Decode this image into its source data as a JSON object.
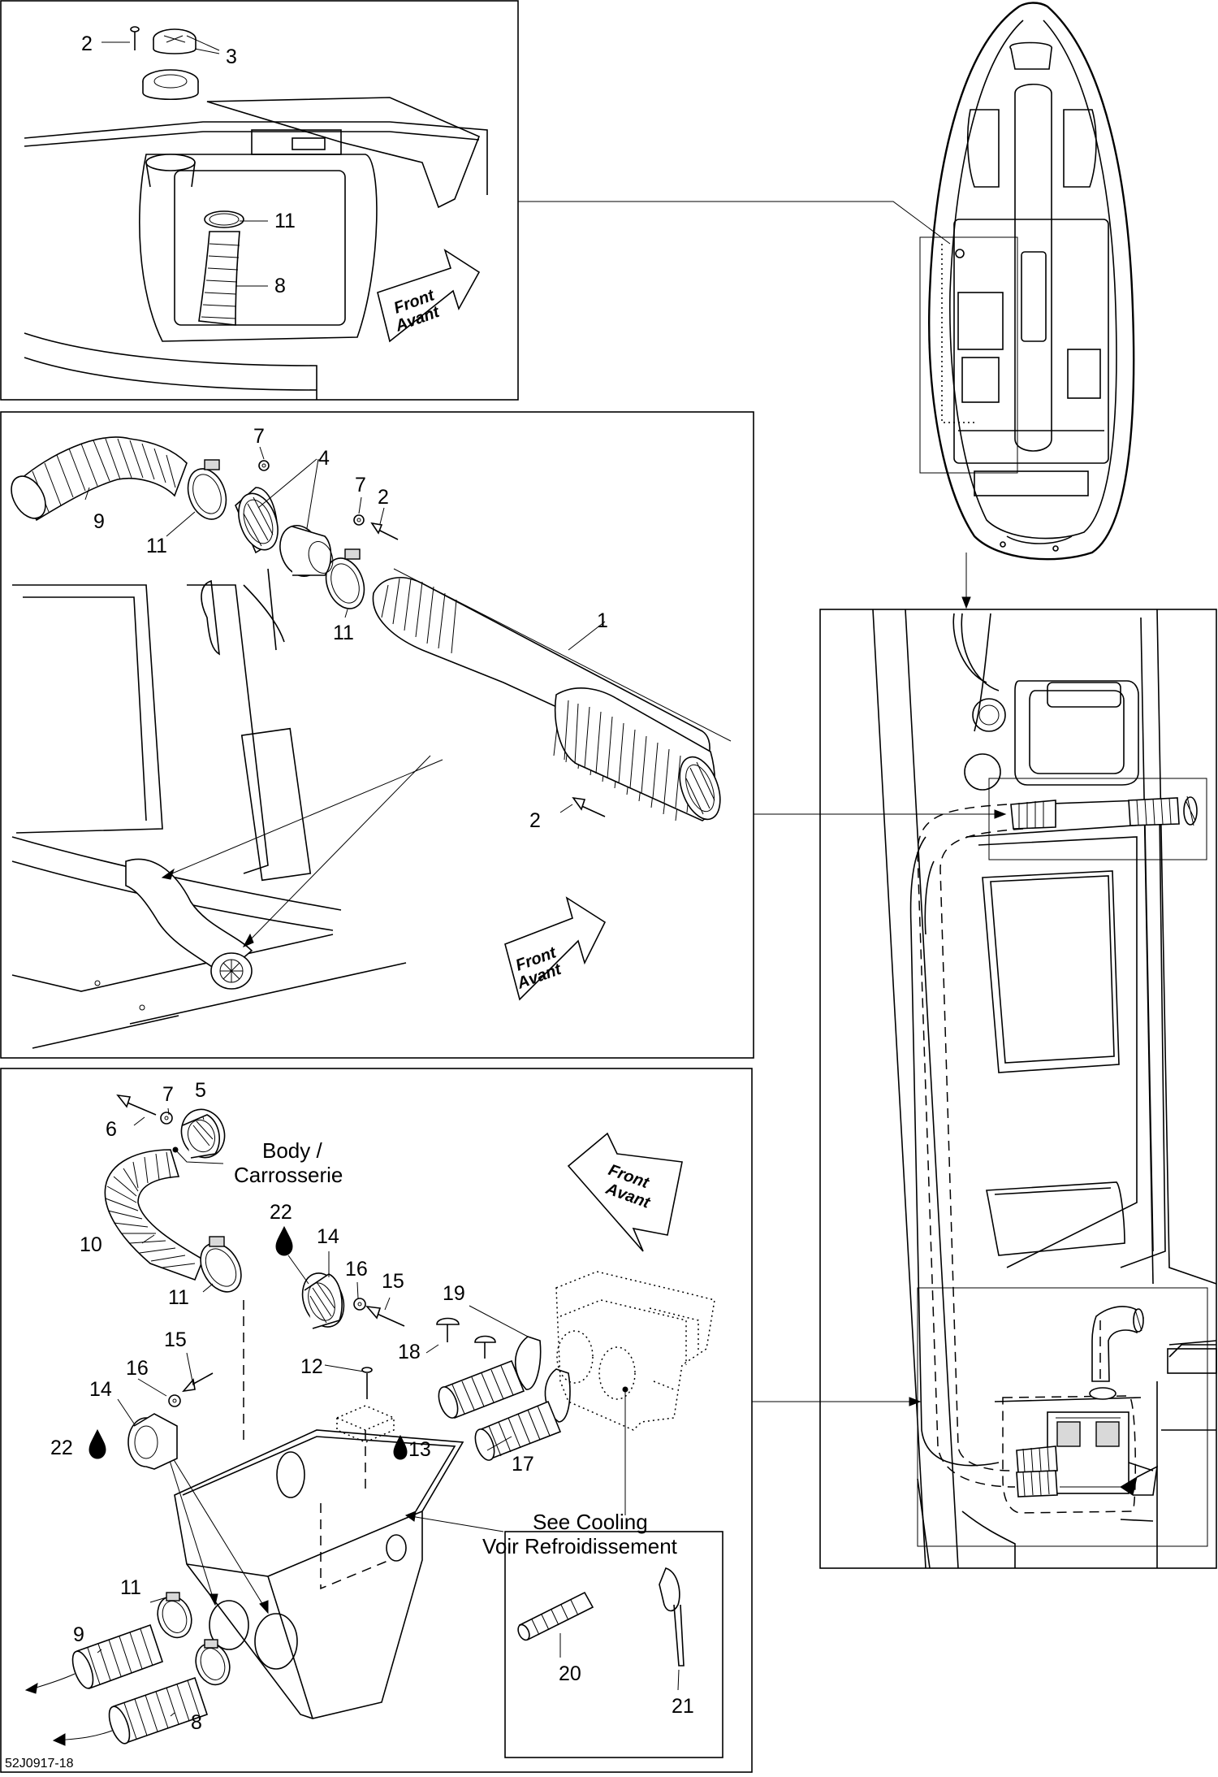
{
  "diagram": {
    "callouts": {
      "top": [
        "2",
        "3",
        "11",
        "8"
      ],
      "middle": [
        "7",
        "4",
        "7",
        "2",
        "9",
        "11",
        "11",
        "1",
        "2"
      ],
      "bottom": [
        "7",
        "5",
        "6",
        "10",
        "11",
        "22",
        "14",
        "16",
        "15",
        "19",
        "18",
        "12",
        "16",
        "15",
        "14",
        "22",
        "13",
        "17",
        "11",
        "9",
        "8",
        "20",
        "21"
      ]
    },
    "front_labels": [
      {
        "line1": "Front",
        "line2": "Avant"
      },
      {
        "line1": "Front",
        "line2": "Avant"
      },
      {
        "line1": "Front",
        "line2": "Avant"
      }
    ],
    "notes": {
      "body_line1": "Body /",
      "body_line2": "Carrosserie",
      "cooling_line1": "See Cooling",
      "cooling_line2": "Voir Refroidissement"
    },
    "figure_code": "52J0917-18",
    "icons": [
      "drop-icon",
      "drop-icon",
      "drop-icon"
    ]
  }
}
